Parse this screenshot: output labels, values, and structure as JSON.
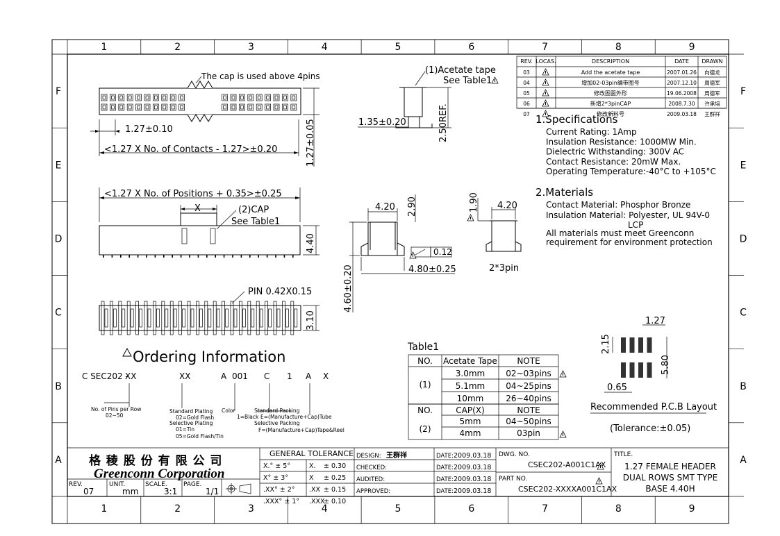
{
  "frame": {
    "columns": [
      "1",
      "2",
      "3",
      "4",
      "5",
      "6",
      "7",
      "8",
      "9"
    ],
    "rows": [
      "F",
      "E",
      "D",
      "C",
      "B",
      "A"
    ]
  },
  "revisions": {
    "headers": [
      "REV.",
      "LOCAS.",
      "DESCRIPTION",
      "DATE",
      "DRAWN"
    ],
    "rows": [
      [
        "03",
        "",
        "Add the acetate tape",
        "2007.01.26",
        "向德龙"
      ],
      [
        "04",
        "",
        "增加02-03pin编带图号",
        "2007.12.10",
        "周德军"
      ],
      [
        "05",
        "",
        "修改图面外形",
        "19.06.2008",
        "周德军"
      ],
      [
        "06",
        "",
        "新增2*3pinCAP",
        "2008.7.30",
        "许承培"
      ],
      [
        "07",
        "",
        "修改新料号",
        "2009.03.18",
        "王群祥"
      ]
    ]
  },
  "specifications": {
    "title": "1.Specifications",
    "lines": [
      "Current Rating:   1Amp",
      "Insulation Resistance:   1000MW Min.",
      "Dielectric Withstanding:   300V AC",
      "Contact Resistance:   20mW Max.",
      "Operating Temperature:-40°C to +105°C"
    ]
  },
  "materials": {
    "title": "2.Materials",
    "lines": [
      "Contact Material: Phosphor Bronze",
      "Insulation Material: Polyester, UL 94V-0",
      "LCP",
      "All materials must meet Greenconn",
      "requirement for environment protection"
    ]
  },
  "top_view": {
    "cap_note": "The cap is used above 4pins",
    "pitch": "1.27±0.10",
    "length": "<1.27 X No. of Contacts - 1.27>±0.20",
    "height": "1.27±0.05"
  },
  "side_view": {
    "length": "<1.27 X No. of Positions + 0.35>±0.25",
    "x_label": "X",
    "cap_label": "(2)CAP",
    "cap_see": "See Table1",
    "height": "4.40"
  },
  "bottom_view": {
    "pin_label": "PIN 0.42X0.15",
    "height": "3.10"
  },
  "tape_view": {
    "label": "(1)Acetate tape",
    "see": "See Table1",
    "offset": "1.35±0.20",
    "ref": "2.50REF."
  },
  "end_view": {
    "width": "4.20",
    "height": "2.90",
    "flatness": "0.12",
    "span": "4.80±0.25",
    "total": "4.60±0.20"
  },
  "cap_end_view": {
    "width": "4.20",
    "height": "1.90",
    "label": "2*3pin"
  },
  "pcb_layout": {
    "pitch": "1.27",
    "pad_len": "2.15",
    "row_span": "5.80",
    "pad_w": "0.65",
    "title": "Recommended P.C.B Layout",
    "tolerance": "(Tolerance:±0.05)"
  },
  "table1": {
    "title": "Table1",
    "head1": [
      "NO.",
      "Acetate Tape",
      "NOTE"
    ],
    "group1_no": "(1)",
    "group1_rows": [
      [
        "3.0mm",
        "02~03pins"
      ],
      [
        "5.1mm",
        "04~25pins"
      ],
      [
        "10mm",
        "26~40pins"
      ]
    ],
    "head2": [
      "NO.",
      "CAP(X)",
      "NOTE"
    ],
    "group2_no": "(2)",
    "group2_rows": [
      [
        "5mm",
        "04~50pins"
      ],
      [
        "4mm",
        "03pin"
      ]
    ]
  },
  "ordering": {
    "title": "Ordering  Information",
    "code_parts": [
      "C SEC202 -",
      "XX",
      "XX",
      "A",
      "001",
      "C",
      "1",
      "A",
      "X"
    ],
    "desc_pins": [
      "No. of Pins per Row",
      "02~50"
    ],
    "desc_plating": [
      "Standard Plating",
      "02=Gold Flash",
      "Selective Plating",
      "01=Tin",
      "05=Gold Flash/Tin"
    ],
    "desc_color": [
      "Color",
      "1=Black"
    ],
    "desc_packing": [
      "Standard Packing",
      "E=(Manufacture+Cap)Tube",
      "Selective Packing",
      "F=(Manufacture+Cap)Tape&Reel"
    ]
  },
  "title_block": {
    "company_cn": "格 稜 股 份 有 限 公 司",
    "company_en": "Greenconn Corporation",
    "rev_label": "REV.",
    "rev": "07",
    "unit_label": "UNIT.",
    "unit": "mm",
    "scale_label": "SCALE.",
    "scale": "3:1",
    "page_label": "PAGE.",
    "page": "1/1",
    "tol_title": "GENERAL  TOLERANCE",
    "tolerances": [
      [
        "X.° ± 5°",
        "X.",
        "± 0.30"
      ],
      [
        "X° ± 3°",
        "X",
        "± 0.25"
      ],
      [
        ".XX° ± 2°",
        ".XX",
        "± 0.15"
      ],
      [
        ".XXX° ± 1°",
        ".XXX",
        "± 0.10"
      ]
    ],
    "design_label": "DESIGN:",
    "designer": "王群祥",
    "checked_label": "CHECKED:",
    "audited_label": "AUDITED:",
    "approved_label": "APPROVED:",
    "date_label": "DATE:",
    "date": "2009.03.18",
    "dwg_label": "DWG. NO.",
    "dwg_no": "CSEC202-A001C1AX",
    "part_label": "PART NO.",
    "part_no": "CSEC202-XXXXA001C1AX",
    "title_label": "TITLE.",
    "title_lines": [
      "1.27 FEMALE HEADER",
      "DUAL ROWS SMT TYPE",
      "BASE 4.40H"
    ]
  }
}
